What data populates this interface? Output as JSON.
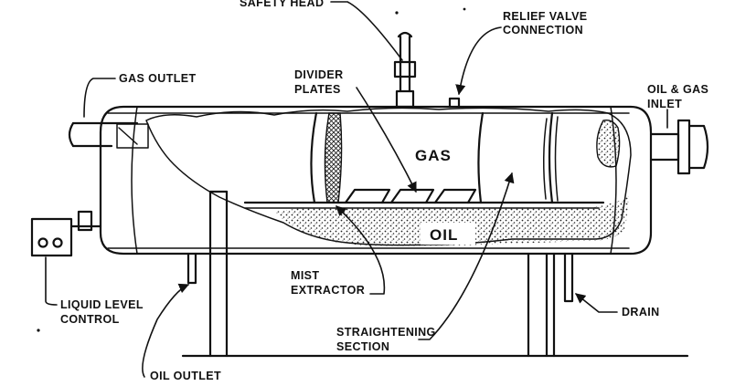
{
  "labels": {
    "safety_head": "SAFETY HEAD",
    "relief_valve_1": "RELIEF VALVE",
    "relief_valve_2": "CONNECTION",
    "gas_outlet": "GAS OUTLET",
    "divider_1": "DIVIDER",
    "divider_2": "PLATES",
    "inlet_1": "OIL & GAS",
    "inlet_2": "INLET",
    "gas": "GAS",
    "oil": "OIL",
    "mist_1": "MIST",
    "mist_2": "EXTRACTOR",
    "liquid_level_1": "LIQUID LEVEL",
    "liquid_level_2": "CONTROL",
    "straightening_1": "STRAIGHTENING",
    "straightening_2": "SECTION",
    "drain": "DRAIN",
    "oil_outlet": "OIL OUTLET"
  }
}
